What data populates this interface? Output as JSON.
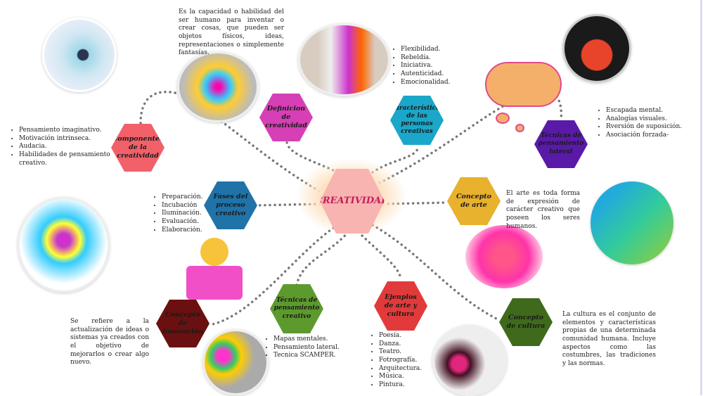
{
  "center": {
    "label": "CREATIVIDAD"
  },
  "nodes": {
    "componentes": {
      "label": "Componentes de la creatividad",
      "color": "#f2606a",
      "items": [
        "Pensamiento imaginativo.",
        "Motivación intrinseca.",
        "Audacia.",
        "Habilidades de pensamiento creativo."
      ]
    },
    "definicion": {
      "label": "Definicion de creatividad",
      "color": "#d63fb5",
      "text": "Es la capacidad o habilidad del ser humano para inventar o crear cosas, que pueden ser objetos físicos, ideas, representaciones o simplemente fantasías."
    },
    "caracteristicas": {
      "label": "Características de las personas creativas",
      "color": "#1aa7c9",
      "items": [
        "Flexibilidad.",
        "Rebeldía.",
        "Iniciativa.",
        "Autenticidad.",
        "Emocionalidad."
      ]
    },
    "lateral": {
      "label": "Técnicas de pensamiento lateral",
      "color": "#5a1aa8",
      "items": [
        "Escapada mental.",
        "Analogías visuales.",
        "Rversión de suposición.",
        "Asociación forzada-"
      ]
    },
    "fases": {
      "label": "Fases del proceso creativo",
      "color": "#1f73a8",
      "items": [
        "Preparación.",
        "Incubación",
        "Iluminación.",
        "Evaluación.",
        "Elaboración."
      ]
    },
    "arte": {
      "label": "Concepto de arte",
      "color": "#e8b12e",
      "text": "El arte es toda forma de expresión de carácter creativo que poseen los seres humanos."
    },
    "innovacion": {
      "label": "Concepto de innovación",
      "color": "#6b1010",
      "text": "Se refiere a la actualización de ideas o sistemas ya creados con el objetivo de mejorarlos o crear algo nuevo."
    },
    "creativo": {
      "label": "Técnicas de pensamiento creativo",
      "color": "#5d9a2e",
      "items": [
        "Mapas mentales.",
        "Pensamiento lateral.",
        "Tecnica SCAMPER."
      ]
    },
    "ejemplos": {
      "label": "Ejenplos de arte y cultura",
      "color": "#e23a3a",
      "items": [
        "Poesía.",
        "Danza.",
        "Teatro.",
        "Fotrografía.",
        "Arquitectura.",
        "Música.",
        "Pintura."
      ]
    },
    "cultura": {
      "label": "Concepto de cultura",
      "color": "#3f6a1c",
      "text": "La cultura es el conjunto de elementos y características propias de una determinada comunidad humana. Incluye aspectos como las costumbres, las tradiciones y las normas."
    }
  }
}
